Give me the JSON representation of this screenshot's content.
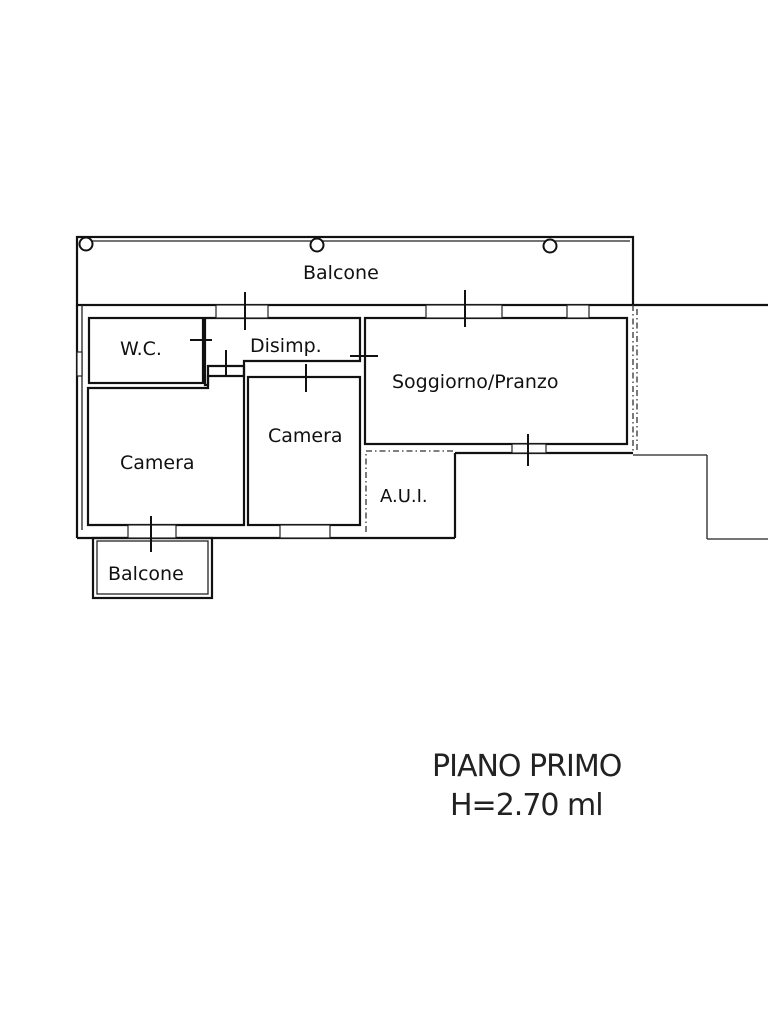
{
  "rooms": {
    "balcone_top": "Balcone",
    "wc": "W.C.",
    "disimp": "Disimp.",
    "soggiorno": "Soggiorno/Pranzo",
    "camera_left": "Camera",
    "camera_mid": "Camera",
    "aui": "A.U.I.",
    "balcone_bottom": "Balcone"
  },
  "title": {
    "line1": "PIANO PRIMO",
    "line2": "H=2.70 ml"
  }
}
